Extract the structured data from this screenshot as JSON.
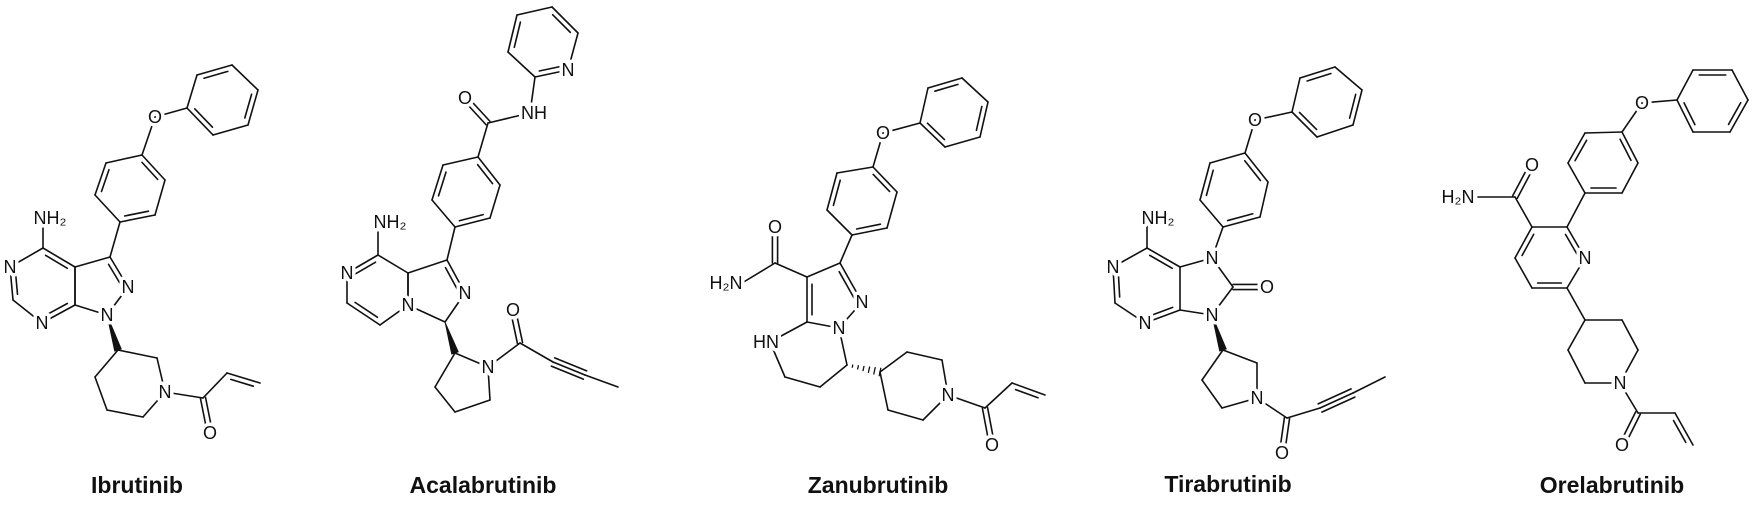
{
  "molecules": [
    {
      "name": "Ibrutinib",
      "atom_labels": [
        "NH₂",
        "N",
        "N",
        "N",
        "N",
        "N",
        "O",
        "O"
      ]
    },
    {
      "name": "Acalabrutinib",
      "atom_labels": [
        "NH₂",
        "N",
        "N",
        "N",
        "O",
        "NH",
        "N",
        "N",
        "O"
      ]
    },
    {
      "name": "Zanubrutinib",
      "atom_labels": [
        "O",
        "O",
        "H₂N",
        "N",
        "N",
        "HN",
        "N",
        "O"
      ]
    },
    {
      "name": "Tirabrutinib",
      "atom_labels": [
        "O",
        "NH₂",
        "N",
        "N",
        "N",
        "N",
        "O",
        "N",
        "O"
      ]
    },
    {
      "name": "Orelabrutinib",
      "atom_labels": [
        "O",
        "O",
        "H₂N",
        "N",
        "N",
        "O"
      ]
    }
  ]
}
